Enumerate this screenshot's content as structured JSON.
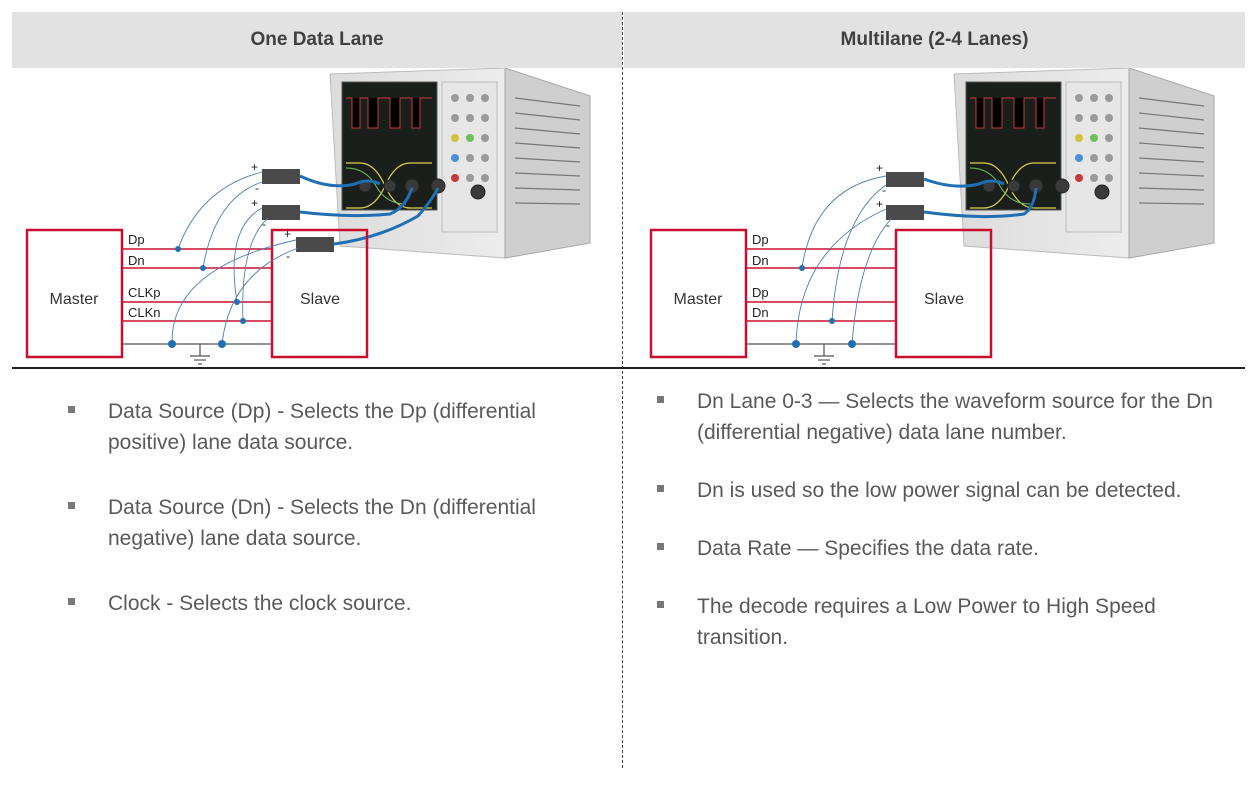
{
  "headers": {
    "left": "One Data Lane",
    "right": "Multilane (2-4 Lanes)"
  },
  "left_diagram": {
    "master_label": "Master",
    "slave_label": "Slave",
    "lines": [
      "Dp",
      "Dn",
      "CLKp",
      "CLKn"
    ],
    "plus": "+",
    "minus": "-"
  },
  "right_diagram": {
    "master_label": "Master",
    "slave_label": "Slave",
    "lines": [
      "Dp",
      "Dn",
      "Dp",
      "Dn"
    ],
    "plus": "+",
    "minus": "-"
  },
  "left_bullets": [
    "Data Source (Dp) - Selects the Dp (differential positive) lane data source.",
    "Data Source (Dn) - Selects the Dn (differential negative) lane data source.",
    "Clock - Selects the clock source."
  ],
  "right_bullets": [
    "Dn Lane 0-3 — Selects the waveform source for the Dn (differential negative) data lane number.",
    "Dn is used so the low power signal can be detected.",
    "Data Rate — Specifies the data rate.",
    "The decode requires a Low Power to High Speed transition."
  ],
  "colors": {
    "red": "#c8102e",
    "blue": "#1f6fb2",
    "gray_header": "#e2e2e2"
  }
}
